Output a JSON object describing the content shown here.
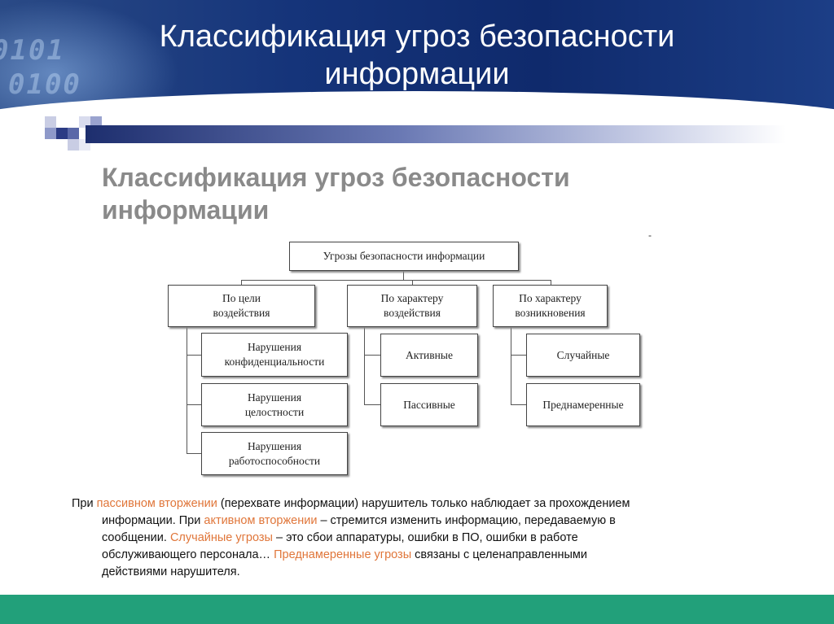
{
  "slide": {
    "title": "Классификация угроз безопасности информации",
    "subtitle": "Классификация угроз безопасности информации",
    "tick_mark": "-"
  },
  "diagram": {
    "root": "Угрозы безопасности информации",
    "categories": [
      {
        "label_line1": "По цели",
        "label_line2": "воздействия",
        "children": [
          {
            "line1": "Нарушения",
            "line2": "конфиденциальности"
          },
          {
            "line1": "Нарушения",
            "line2": "целостности"
          },
          {
            "line1": "Нарушения",
            "line2": "работоспособности"
          }
        ]
      },
      {
        "label_line1": "По характеру",
        "label_line2": "воздействия",
        "children": [
          {
            "line1": "Активные"
          },
          {
            "line1": "Пассивные"
          }
        ]
      },
      {
        "label_line1": "По характеру",
        "label_line2": "возникновения",
        "children": [
          {
            "line1": "Случайные"
          },
          {
            "line1": "Преднамеренные"
          }
        ]
      }
    ]
  },
  "description": {
    "l1_a": "При ",
    "l1_hl": "пассивном вторжении",
    "l1_b": " (перехвате информации) нарушитель только наблюдает за прохождением",
    "l2_a": "информации. При ",
    "l2_hl": "активном вторжении",
    "l2_b": " – стремится изменить информацию, передаваемую в",
    "l3_a": "сообщении. ",
    "l3_hl": "Случайные угрозы",
    "l3_b": " – это сбои аппаратуры, ошибки в ПО, ошибки в работе",
    "l4_a": "обслуживающего персонала… ",
    "l4_hl": "Преднамеренные угрозы",
    "l4_b": " связаны с целенаправленными",
    "l5": "действиями нарушителя."
  },
  "colors": {
    "header_dark": "#15347a",
    "accent_orange": "#e0763a",
    "bottom_bar": "#22a07a",
    "subtitle_gray": "#8a8a8a"
  }
}
